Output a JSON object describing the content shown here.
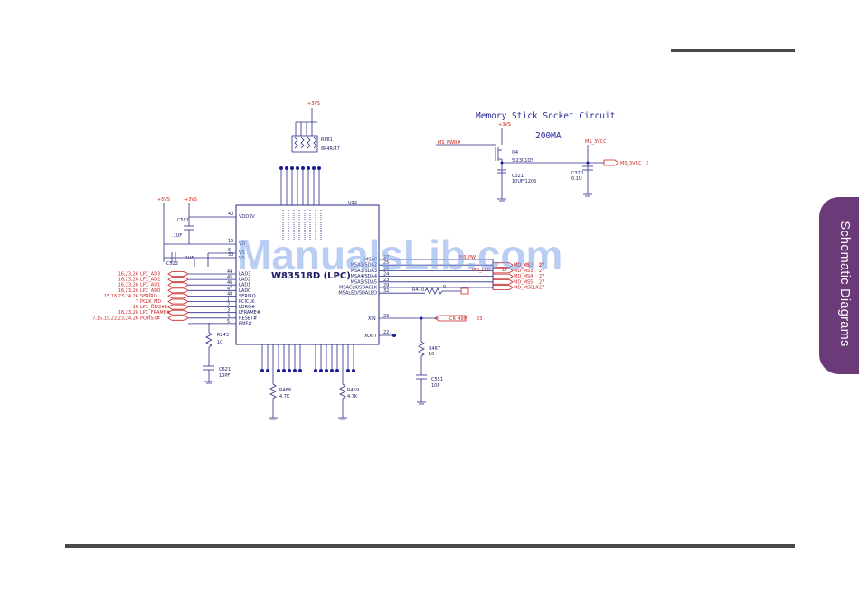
{
  "page": {
    "side_tab": "Schematic Diagrams",
    "watermark": "ManualsLib.com"
  },
  "schematic": {
    "main_chip": {
      "ref": "U32",
      "part": "W83518D (LPC)"
    },
    "memory_stick": {
      "title": "Memory Stick Socket Circuit.",
      "current": "200MA"
    },
    "rails": {
      "v3": "+3VS",
      "v5": "+5VS"
    },
    "rp81": {
      "ref": "RP81",
      "value": "8P4R/47"
    },
    "q4": {
      "ref": "Q4",
      "part": "SI2301DS"
    },
    "c321": {
      "ref": "C321",
      "value": "10UF/1206"
    },
    "c320": {
      "ref": "C320",
      "value": "0.1U"
    },
    "ms_pwr": "MS_PWR#",
    "ms_3vcc": "MS_3VCC",
    "ms_3vcc_page": "2",
    "c521": {
      "ref": "C521",
      "value": ".1UF"
    },
    "c522": {
      "ref": "C522",
      "value": ".1UF"
    },
    "r243": {
      "ref": "R243",
      "value": "10"
    },
    "c621": {
      "ref": "C621",
      "value": "10PF"
    },
    "r468": {
      "ref": "R468",
      "value": "4.7K"
    },
    "r469": {
      "ref": "R469",
      "value": "4.7K"
    },
    "r467": {
      "ref": "R467",
      "value": "10"
    },
    "c551": {
      "ref": "C551",
      "value": "10P"
    },
    "r470": {
      "ref": "R470",
      "value": "0"
    },
    "left_pins": [
      {
        "pin": "44",
        "name": "LAD3",
        "net": "LPC_AD3",
        "pages": "16,23,26"
      },
      {
        "pin": "45",
        "name": "LAD2",
        "net": "LPC_AD2",
        "pages": "16,23,26"
      },
      {
        "pin": "46",
        "name": "LAD1",
        "net": "LPC_AD1",
        "pages": "16,23,26"
      },
      {
        "pin": "47",
        "name": "LAD0",
        "net": "LPC_AD0",
        "pages": "16,23,26"
      },
      {
        "pin": "48",
        "name": "SERIRQ",
        "net": "SERIRQ",
        "pages": "15,16,23,24,26"
      },
      {
        "pin": "1",
        "name": "PCICLK",
        "net": "PCLK_MD",
        "pages": "7"
      },
      {
        "pin": "2",
        "name": "LDRQ#",
        "net": "LPC_DRQ#1",
        "pages": "16"
      },
      {
        "pin": "3",
        "name": "LFRAME#",
        "net": "LPC_FRAME#",
        "pages": "16,23,26"
      },
      {
        "pin": "4",
        "name": "RESET#",
        "net": "PCIRST#",
        "pages": "7,15,19,22,23,24,26"
      },
      {
        "pin": "5",
        "name": "PME#",
        "net": "",
        "pages": ""
      }
    ],
    "power_pins": [
      {
        "pin": "40",
        "name": "VDD3V"
      },
      {
        "pin": "15",
        "name": "VD"
      },
      {
        "pin": "6",
        "name": "VS"
      },
      {
        "pin": "30",
        "name": "VS"
      }
    ],
    "right_pins": [
      {
        "pin": "27",
        "name": "MSAP",
        "net": "MS_PW"
      },
      {
        "pin": "25",
        "name": "MSA2/SDA2",
        "net": "MD_MS2",
        "page": "27"
      },
      {
        "pin": "26",
        "name": "MSA3/SDA3",
        "net": "MD_MS3",
        "page": "27"
      },
      {
        "pin": "24",
        "name": "MSA4/SDA4",
        "net": "MD_MS4",
        "page": "27"
      },
      {
        "pin": "23",
        "name": "MSA5/SDA5",
        "net": "MD_MS5",
        "page": "27"
      },
      {
        "pin": "29",
        "name": "MSACLK/SDACLK",
        "net": "MD_MSCLK",
        "page": "27"
      },
      {
        "pin": "32",
        "name": "MSALED/SDALED",
        "net": "MD_LED",
        "page": "27"
      }
    ],
    "clock_pins": [
      {
        "pin": "23",
        "name": "XIN",
        "net": "CR_48M",
        "page": "23"
      },
      {
        "pin": "22",
        "name": "XOUT"
      }
    ],
    "extra_nets": {
      "md_ms": "MD_MS",
      "md_ms_page": "27"
    }
  }
}
